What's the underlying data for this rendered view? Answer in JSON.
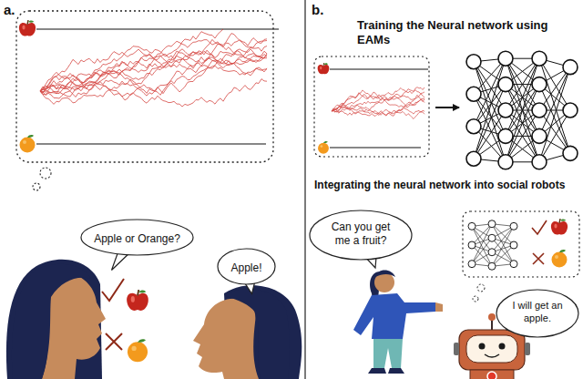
{
  "diagram": {
    "nodes": [
      {
        "text": [
          "Apple or Orange?"
        ]
      },
      {
        "text": [
          "Apple!"
        ]
      },
      {
        "text": [
          "Can you get me a fruit?"
        ]
      },
      {
        "text": [
          "I will get an apple."
        ]
      }
    ],
    "labels": [
      "a.",
      "b.",
      "Training the Neural network using EAMs",
      "Integrating the neural network into social robots"
    ]
  }
}
